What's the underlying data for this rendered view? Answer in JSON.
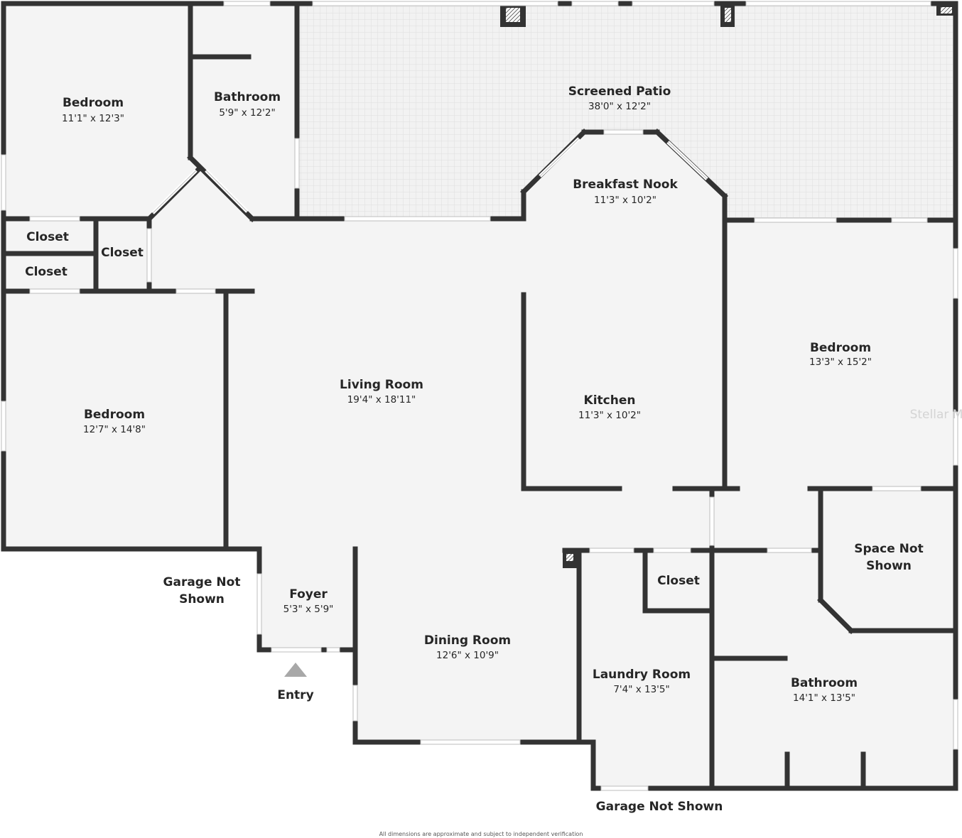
{
  "rooms": {
    "bedroom_nw": {
      "name": "Bedroom",
      "dims": "11'1\" x 12'3\""
    },
    "bathroom_n": {
      "name": "Bathroom",
      "dims": "5'9\" x 12'2\""
    },
    "screened_patio": {
      "name": "Screened Patio",
      "dims": "38'0\" x 12'2\""
    },
    "breakfast_nook": {
      "name": "Breakfast Nook",
      "dims": "11'3\" x 10'2\""
    },
    "closet_1": {
      "name": "Closet"
    },
    "closet_2": {
      "name": "Closet"
    },
    "closet_3": {
      "name": "Closet"
    },
    "bedroom_w": {
      "name": "Bedroom",
      "dims": "12'7\" x 14'8\""
    },
    "living_room": {
      "name": "Living Room",
      "dims": "19'4\" x 18'11\""
    },
    "kitchen": {
      "name": "Kitchen",
      "dims": "11'3\" x 10'2\""
    },
    "bedroom_e": {
      "name": "Bedroom",
      "dims": "13'3\" x 15'2\""
    },
    "space_not_shown": {
      "name_line1": "Space Not",
      "name_line2": "Shown"
    },
    "closet_4": {
      "name": "Closet"
    },
    "foyer": {
      "name": "Foyer",
      "dims": "5'3\" x 5'9\""
    },
    "dining_room": {
      "name": "Dining Room",
      "dims": "12'6\" x 10'9\""
    },
    "laundry_room": {
      "name": "Laundry Room",
      "dims": "7'4\" x 13'5\""
    },
    "bathroom_se": {
      "name": "Bathroom",
      "dims": "14'1\" x 13'5\""
    }
  },
  "labels": {
    "garage_west_line1": "Garage Not",
    "garage_west_line2": "Shown",
    "garage_south": "Garage Not Shown",
    "entry": "Entry",
    "watermark": "Stellar M",
    "disclaimer": "All dimensions are approximate and subject to independent verification"
  },
  "colors": {
    "wall": "#333333",
    "floor": "#f4f4f4",
    "patio_floor": "#f1f1f1",
    "window": "#d0d0d0",
    "entry_marker": "#a8a8a8"
  }
}
